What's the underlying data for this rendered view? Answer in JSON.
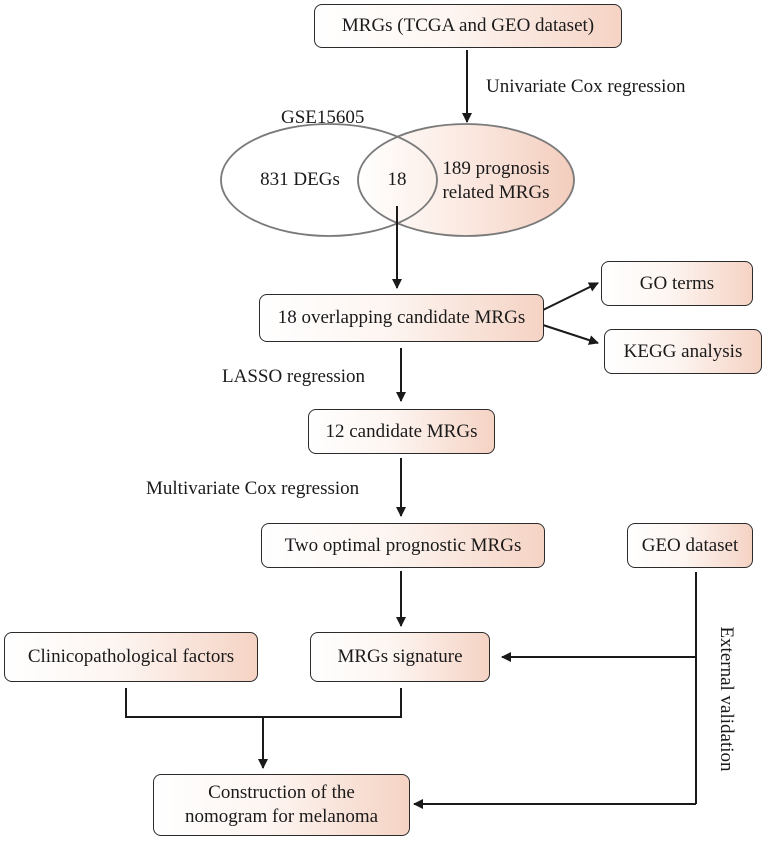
{
  "boxes": {
    "mrgs_dataset": "MRGs (TCGA and GEO dataset)",
    "overlapping": "18 overlapping candidate MRGs",
    "go_terms": "GO terms",
    "kegg": "KEGG analysis",
    "candidate12": "12 candidate MRGs",
    "two_optimal": "Two optimal prognostic MRGs",
    "geo_dataset": "GEO dataset",
    "clinico": "Clinicopathological  factors",
    "signature": "MRGs signature",
    "nomogram_line1": "Construction of the",
    "nomogram_line2": "nomogram for melanoma"
  },
  "venn": {
    "title": "GSE15605",
    "left": "831 DEGs",
    "overlap": "18",
    "right_line1": "189 prognosis",
    "right_line2": "related MRGs"
  },
  "edge_labels": {
    "univariate": "Univariate Cox regression",
    "lasso": "LASSO regression",
    "multivariate": "Multivariate Cox regression",
    "external": "External validation"
  },
  "colors": {
    "stroke": "#2b2b2b",
    "fill_accent": "#f5d3c4",
    "venn_stroke": "#7a7a7a"
  }
}
